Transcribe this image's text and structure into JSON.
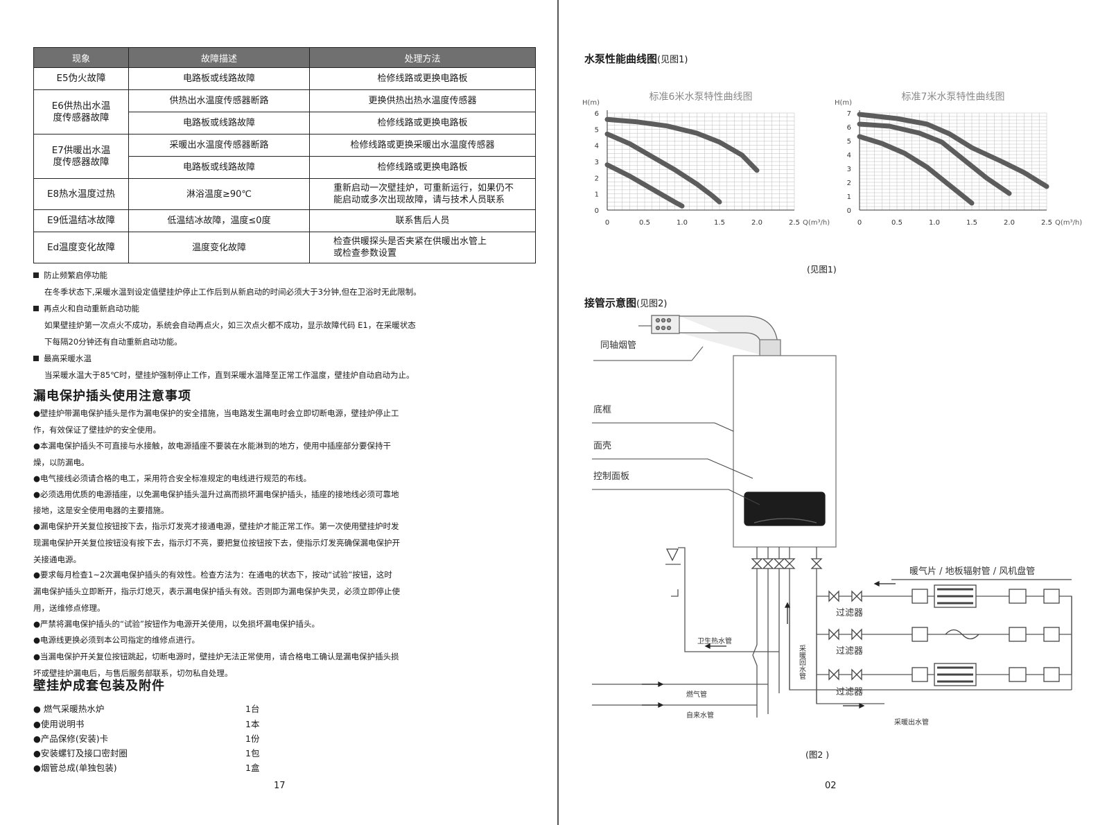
{
  "left": {
    "table": {
      "headers": [
        "现象",
        "故障描述",
        "处理方法"
      ],
      "rows": [
        {
          "phen": "E5伪火故障",
          "desc": "电路板或线路故障",
          "fix": "检修线路或更换电路板"
        },
        {
          "phen": "E6供热出水温度传感器故障",
          "desc": "供热出水温度传感器断路",
          "fix": "更换供热出热水温度传感器"
        },
        {
          "desc": "电路板或线路故障",
          "fix": "检修线路或更换电路板"
        },
        {
          "phen": "E7供暖出水温度传感器故障",
          "desc": "采暖出水温度传感器断路",
          "fix": "检修线路或更换采暖出水温度传感器"
        },
        {
          "desc": "电路板或线路故障",
          "fix": "检修线路或更换电路板"
        },
        {
          "phen": "E8热水温度过热",
          "desc": "淋浴温度≥90℃",
          "fix": "重新启动一次壁挂炉，可重新运行，如果仍不能启动或多次出现故障，请与技术人员联系"
        },
        {
          "phen": "E9低温结冰故障",
          "desc": "低温结冰故障，温度≤0度",
          "fix": "联系售后人员"
        },
        {
          "phen": "Ed温度变化故障",
          "desc": "温度变化故障",
          "fix": "检查供暖探头是否夹紧在供暖出水管上或检查参数设置"
        }
      ],
      "phen_lines": {
        "e6": [
          "E6供热出水温",
          "度传感器故障"
        ],
        "e7": [
          "E7供暖出水温",
          "度传感器故障"
        ]
      },
      "fix_lines": {
        "e8": [
          "重新启动一次壁挂炉，可重新运行，如果仍不",
          "能启动或多次出现故障，请与技术人员联系"
        ],
        "ed": [
          "检查供暖探头是否夹紧在供暖出水管上",
          "或检查参数设置"
        ]
      }
    },
    "features": [
      {
        "title": "防止频繁启停功能",
        "lines": [
          "在冬季状态下,采暖水温到设定值壁挂炉停止工作后到从新启动的时间必须大于3分钟,但在卫浴时无此限制。"
        ]
      },
      {
        "title": "再点火和自动重新启动功能",
        "lines": [
          "如果壁挂炉第一次点火不成功，系统会自动再点火，如三次点火都不成功，显示故障代码 E1，在采暖状态",
          "下每隔20分钟还有自动重新启动功能。"
        ]
      },
      {
        "title": "最高采暖水温",
        "lines": [
          "当采暖水温大于85℃时，壁挂炉强制停止工作，直到采暖水温降至正常工作温度，壁挂炉自动启动为止。"
        ]
      }
    ],
    "leak_title": "漏电保护插头使用注意事项",
    "leak_lines": [
      "●壁挂炉带漏电保护插头是作为漏电保护的安全措施，当电路发生漏电时会立即切断电源，壁挂炉停止工",
      "作，有效保证了壁挂炉的安全使用。",
      "●本漏电保护插头不可直接与水接触，故电源插座不要装在水能淋到的地方，使用中插座部分要保持干",
      "燥，以防漏电。",
      "●电气接线必须请合格的电工，采用符合安全标准规定的电线进行规范的布线。",
      "●必须选用优质的电源插座，以免漏电保护插头温升过高而损坏漏电保护插头，插座的接地线必须可靠地",
      "接地，这是安全使用电器的主要措施。",
      "●漏电保护开关复位按钮按下去，指示灯发亮才接通电源，壁挂炉才能正常工作。第一次使用壁挂炉时发",
      "现漏电保护开关复位按钮没有按下去，指示灯不亮，要把复位按钮按下去，使指示灯发亮确保漏电保护开",
      "关接通电源。",
      "●要求每月检查1~2次漏电保护插头的有效性。检查方法为：在通电的状态下，按动“试验”按钮，这时",
      "漏电保护插头立即断开，指示灯熄灭，表示漏电保护插头有效。否则即为漏电保护失灵，必须立即停止使",
      "用，送维修点修理。",
      "●严禁将漏电保护插头的“试验”按钮作为电源开关使用，以免损坏漏电保护插头。",
      "●电源线更换必须到本公司指定的维修点进行。",
      "●当漏电保护开关复位按钮跳起，切断电源时，壁挂炉无法正常使用，请合格电工确认是漏电保护插头损",
      "坏或壁挂炉漏电后，与售后服务部联系，切勿私自处理。"
    ],
    "package_title": "壁挂炉成套包装及附件",
    "accessories": [
      {
        "name": "● 燃气采暖热水炉",
        "qty": "1台"
      },
      {
        "name": "●使用说明书",
        "qty": "1本"
      },
      {
        "name": "●产品保修(安装)卡",
        "qty": "1份"
      },
      {
        "name": "●安装螺钉及接口密封圈",
        "qty": "1包"
      },
      {
        "name": "●烟管总成(单独包装)",
        "qty": "1盒"
      }
    ],
    "page_number": "17"
  },
  "right": {
    "pump_title": "水泵性能曲线图",
    "pump_title_sub": "(见图1)",
    "fig1_caption": "(见图1)",
    "pipe_title": "接管示意图",
    "pipe_title_sub": "(见图2)",
    "fig2_caption": "(图2 )",
    "page_number": "02",
    "diagram_labels": {
      "flue": "同轴烟管",
      "frame": "底框",
      "shell": "面壳",
      "panel": "控制面板",
      "radiators": "暖气片 / 地板辐射管 / 风机盘管",
      "filter": "过滤器",
      "hot_water": "卫生热水管",
      "return": "采暖回水管",
      "gas": "燃气管",
      "tap_water": "自来水管",
      "heating_out": "采暖出水管"
    }
  },
  "chart_data": [
    {
      "type": "line",
      "title": "标准6米水泵特性曲线图",
      "ylabel": "H(m)",
      "xlabel": "Q(m³/h)",
      "xlim": [
        0,
        2.5
      ],
      "ylim": [
        0,
        6
      ],
      "x_ticks": [
        "0",
        "0.5",
        "1.0",
        "1.5",
        "2.0",
        "2.5"
      ],
      "y_ticks": [
        "0",
        "1",
        "2",
        "3",
        "4",
        "5",
        "6"
      ],
      "grid": true,
      "series": [
        {
          "points": [
            [
              0,
              2.8
            ],
            [
              0.3,
              2.1
            ],
            [
              0.6,
              1.3
            ],
            [
              0.9,
              0.5
            ],
            [
              1.0,
              0.25
            ]
          ]
        },
        {
          "points": [
            [
              0,
              4.7
            ],
            [
              0.3,
              4.1
            ],
            [
              0.6,
              3.3
            ],
            [
              0.9,
              2.5
            ],
            [
              1.2,
              1.6
            ],
            [
              1.4,
              0.9
            ],
            [
              1.5,
              0.5
            ]
          ]
        },
        {
          "points": [
            [
              0,
              5.6
            ],
            [
              0.4,
              5.45
            ],
            [
              0.8,
              5.2
            ],
            [
              1.2,
              4.75
            ],
            [
              1.5,
              4.2
            ],
            [
              1.8,
              3.4
            ],
            [
              2.0,
              2.45
            ]
          ]
        }
      ]
    },
    {
      "type": "line",
      "title": "标准7米水泵特性曲线图",
      "ylabel": "H(m)",
      "xlabel": "Q(m³/h)",
      "xlim": [
        0,
        2.5
      ],
      "ylim": [
        0,
        7
      ],
      "x_ticks": [
        "0",
        "0.5",
        "1.0",
        "1.5",
        "2.0",
        "2.5"
      ],
      "y_ticks": [
        "0",
        "1",
        "2",
        "3",
        "4",
        "5",
        "6",
        "7"
      ],
      "grid": true,
      "series": [
        {
          "points": [
            [
              0,
              5.3
            ],
            [
              0.3,
              4.8
            ],
            [
              0.6,
              4.1
            ],
            [
              0.9,
              3.1
            ],
            [
              1.2,
              1.8
            ],
            [
              1.5,
              0.5
            ]
          ]
        },
        {
          "points": [
            [
              0,
              6.2
            ],
            [
              0.4,
              6.05
            ],
            [
              0.8,
              5.55
            ],
            [
              1.1,
              4.9
            ],
            [
              1.4,
              3.6
            ],
            [
              1.7,
              2.3
            ],
            [
              2.0,
              1.2
            ]
          ]
        },
        {
          "points": [
            [
              0,
              6.9
            ],
            [
              0.5,
              6.6
            ],
            [
              0.9,
              6.2
            ],
            [
              1.2,
              5.5
            ],
            [
              1.5,
              4.5
            ],
            [
              1.9,
              3.5
            ],
            [
              2.2,
              2.7
            ],
            [
              2.5,
              1.7
            ]
          ]
        }
      ]
    }
  ]
}
